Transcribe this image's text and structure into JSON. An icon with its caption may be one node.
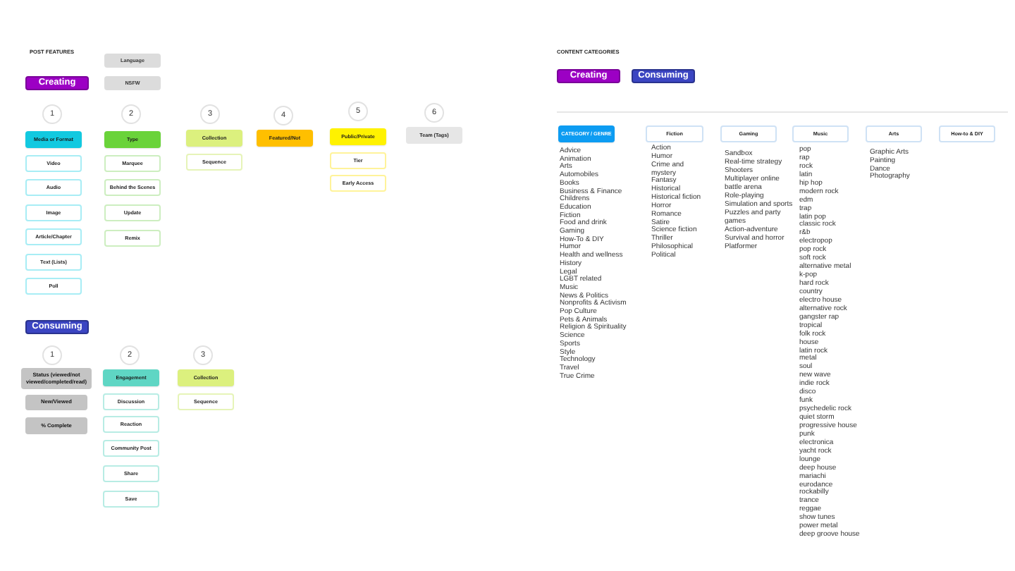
{
  "diagram": {
    "nodes": [
      {
        "text": [
          "Language"
        ]
      },
      {
        "text": [
          "NSFW"
        ]
      },
      {
        "text": [
          "Creating"
        ]
      },
      {
        "text": [
          "1"
        ]
      },
      {
        "text": [
          "2"
        ]
      },
      {
        "text": [
          "3"
        ]
      },
      {
        "text": [
          "4"
        ]
      },
      {
        "text": [
          "5"
        ]
      },
      {
        "text": [
          "6"
        ]
      },
      {
        "text": [
          "Media or Format"
        ]
      },
      {
        "text": [
          "Video"
        ]
      },
      {
        "text": [
          "Audio"
        ]
      },
      {
        "text": [
          "Image"
        ]
      },
      {
        "text": [
          "Article/Chapter"
        ]
      },
      {
        "text": [
          "Text (Lists)"
        ]
      },
      {
        "text": [
          "Poll"
        ]
      },
      {
        "text": [
          "Type"
        ]
      },
      {
        "text": [
          "Marquee"
        ]
      },
      {
        "text": [
          "Behind the Scenes"
        ]
      },
      {
        "text": [
          "Update"
        ]
      },
      {
        "text": [
          "Remix"
        ]
      },
      {
        "text": [
          "Collection"
        ]
      },
      {
        "text": [
          "Sequence"
        ]
      },
      {
        "text": [
          "Featured/Not"
        ]
      },
      {
        "text": [
          "Public/Private"
        ]
      },
      {
        "text": [
          "Tier"
        ]
      },
      {
        "text": [
          "Early Access"
        ]
      },
      {
        "text": [
          "Team (Tags)"
        ]
      },
      {
        "text": [
          "Consuming"
        ]
      },
      {
        "text": [
          "1"
        ]
      },
      {
        "text": [
          "2"
        ]
      },
      {
        "text": [
          "3"
        ]
      },
      {
        "text": [
          "Status (viewed/not viewed/completed/read)"
        ]
      },
      {
        "text": [
          "New/Viewed"
        ]
      },
      {
        "text": [
          "% Complete"
        ]
      },
      {
        "text": [
          "Engagement"
        ]
      },
      {
        "text": [
          "Discussion"
        ]
      },
      {
        "text": [
          "Reaction"
        ]
      },
      {
        "text": [
          "Community Post"
        ]
      },
      {
        "text": [
          "Share"
        ]
      },
      {
        "text": [
          "Save"
        ]
      },
      {
        "text": [
          "Collection"
        ]
      },
      {
        "text": [
          "Sequence"
        ]
      },
      {
        "text": [
          "Creating"
        ]
      },
      {
        "text": [
          "Consuming"
        ]
      },
      {
        "text": [
          "CATEGORY / GENRE"
        ],
        "beside": [
          "Advice",
          "Animation",
          "Arts",
          "Automobiles",
          "Books",
          "Business & Finance",
          "Childrens",
          "Education",
          "Fiction",
          "Food and drink",
          "Gaming",
          "How-To & DIY",
          "Humor",
          "Health and wellness",
          "History",
          "Legal",
          "LGBT related",
          "Music",
          "News & Politics",
          "Nonprofits & Activism",
          "Pop Culture",
          "Pets & Animals",
          "Religion & Spirituality",
          "Science",
          "Sports",
          "Style",
          "Technology",
          "Travel",
          "True Crime"
        ]
      },
      {
        "text": [
          "Fiction"
        ],
        "beside": [
          "Action",
          "Humor",
          "Crime and mystery",
          "Fantasy",
          "Historical",
          "Historical fiction",
          "Horror",
          "Romance",
          "Satire",
          "Science fiction",
          "Thriller",
          "Philosophical",
          "Political"
        ]
      },
      {
        "text": [
          "Gaming"
        ],
        "beside": [
          "Sandbox",
          "Real-time strategy",
          "Shooters",
          "Multiplayer online battle arena",
          "Role-playing",
          "Simulation and sports",
          "Puzzles and party games",
          "Action-adventure",
          "Survival and horror",
          "Platformer"
        ]
      },
      {
        "text": [
          "Music"
        ],
        "beside": [
          "pop",
          "rap",
          "rock",
          "latin",
          "hip hop",
          "modern rock",
          "edm",
          "trap",
          "latin pop",
          "classic rock",
          "r&b",
          "electropop",
          "pop rock",
          "soft rock",
          "alternative metal",
          "k-pop",
          "hard rock",
          "country",
          "electro house",
          "alternative rock",
          "gangster rap",
          "tropical",
          "folk rock",
          "house",
          "latin rock",
          "metal",
          "soul",
          "new wave",
          "indie rock",
          "disco",
          "funk",
          "psychedelic rock",
          "quiet storm",
          "progressive house",
          "punk",
          "electronica",
          "yacht rock",
          "lounge",
          "deep house",
          "mariachi",
          "eurodance",
          "rockabilly",
          "trance",
          "reggae",
          "show tunes",
          "power metal",
          "deep groove house"
        ]
      },
      {
        "text": [
          "Arts"
        ],
        "beside": [
          "Graphic Arts",
          "Painting",
          "Dance",
          "Photography"
        ]
      },
      {
        "text": [
          "How-to & DIY"
        ]
      }
    ],
    "labels": [
      "POST FEATURES",
      "CONTENT CATEGORIES"
    ]
  }
}
